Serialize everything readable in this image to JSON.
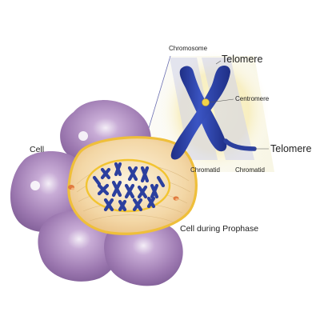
{
  "labels": {
    "chromosome": "Chromosome",
    "telomere_top": "Telomere",
    "centromere": "Centromere",
    "telomere_bottom": "Telomere",
    "cell": "Cell",
    "chromatid_left": "Chromatid",
    "chromatid_right": "Chromatid",
    "cell_during_prophase": "Cell during Prophase"
  },
  "colors": {
    "chromosome": "#2b3f9e",
    "cytoplasm": "#f3d7a6",
    "nucleus_ring": "#f2c431",
    "neighbor_cells": "#a57fb7",
    "background": "#ffffff"
  }
}
